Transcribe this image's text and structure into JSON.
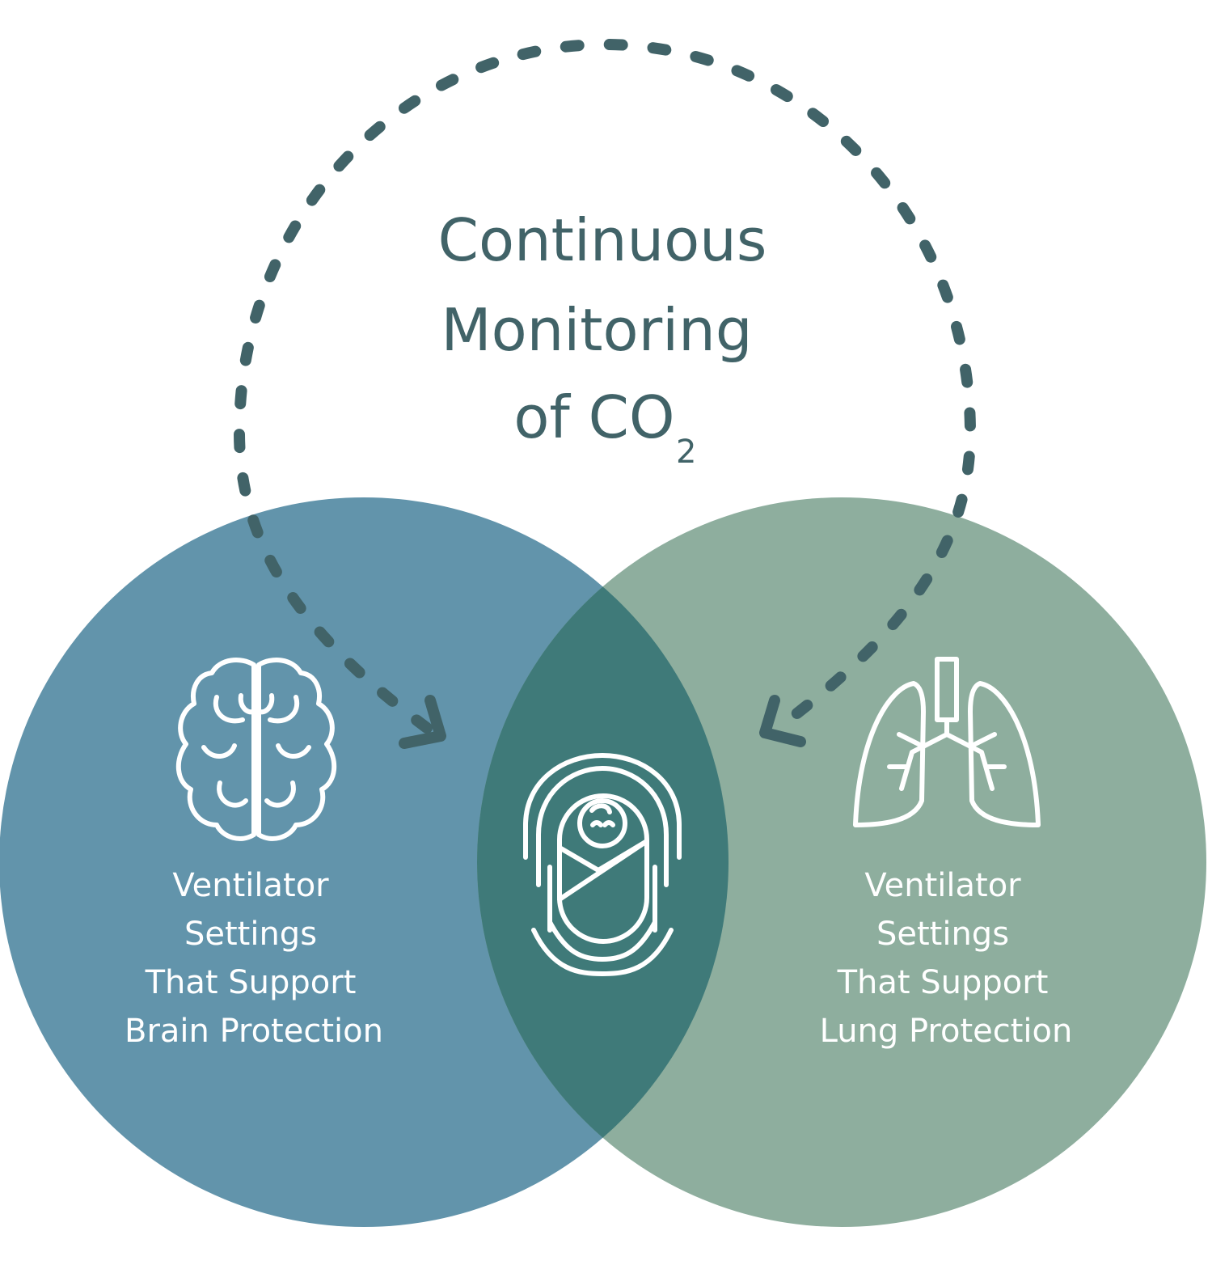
{
  "title": {
    "line1": "Continuous",
    "line2": "Monitoring",
    "line3_prefix": "of CO",
    "line3_subscript": "2"
  },
  "left_circle": {
    "color": "#6294AB",
    "icon": "brain-icon",
    "label_lines": [
      "Ventilator",
      "Settings",
      "That Support",
      "Brain Protection"
    ]
  },
  "right_circle": {
    "color": "#8EAE9E",
    "icon": "lungs-icon",
    "label_lines": [
      "Ventilator",
      "Settings",
      "That Support",
      "Lung Protection"
    ]
  },
  "overlap": {
    "color": "#3F7A79",
    "icon": "swaddled-baby-icon"
  },
  "arrow_color": "#416368"
}
